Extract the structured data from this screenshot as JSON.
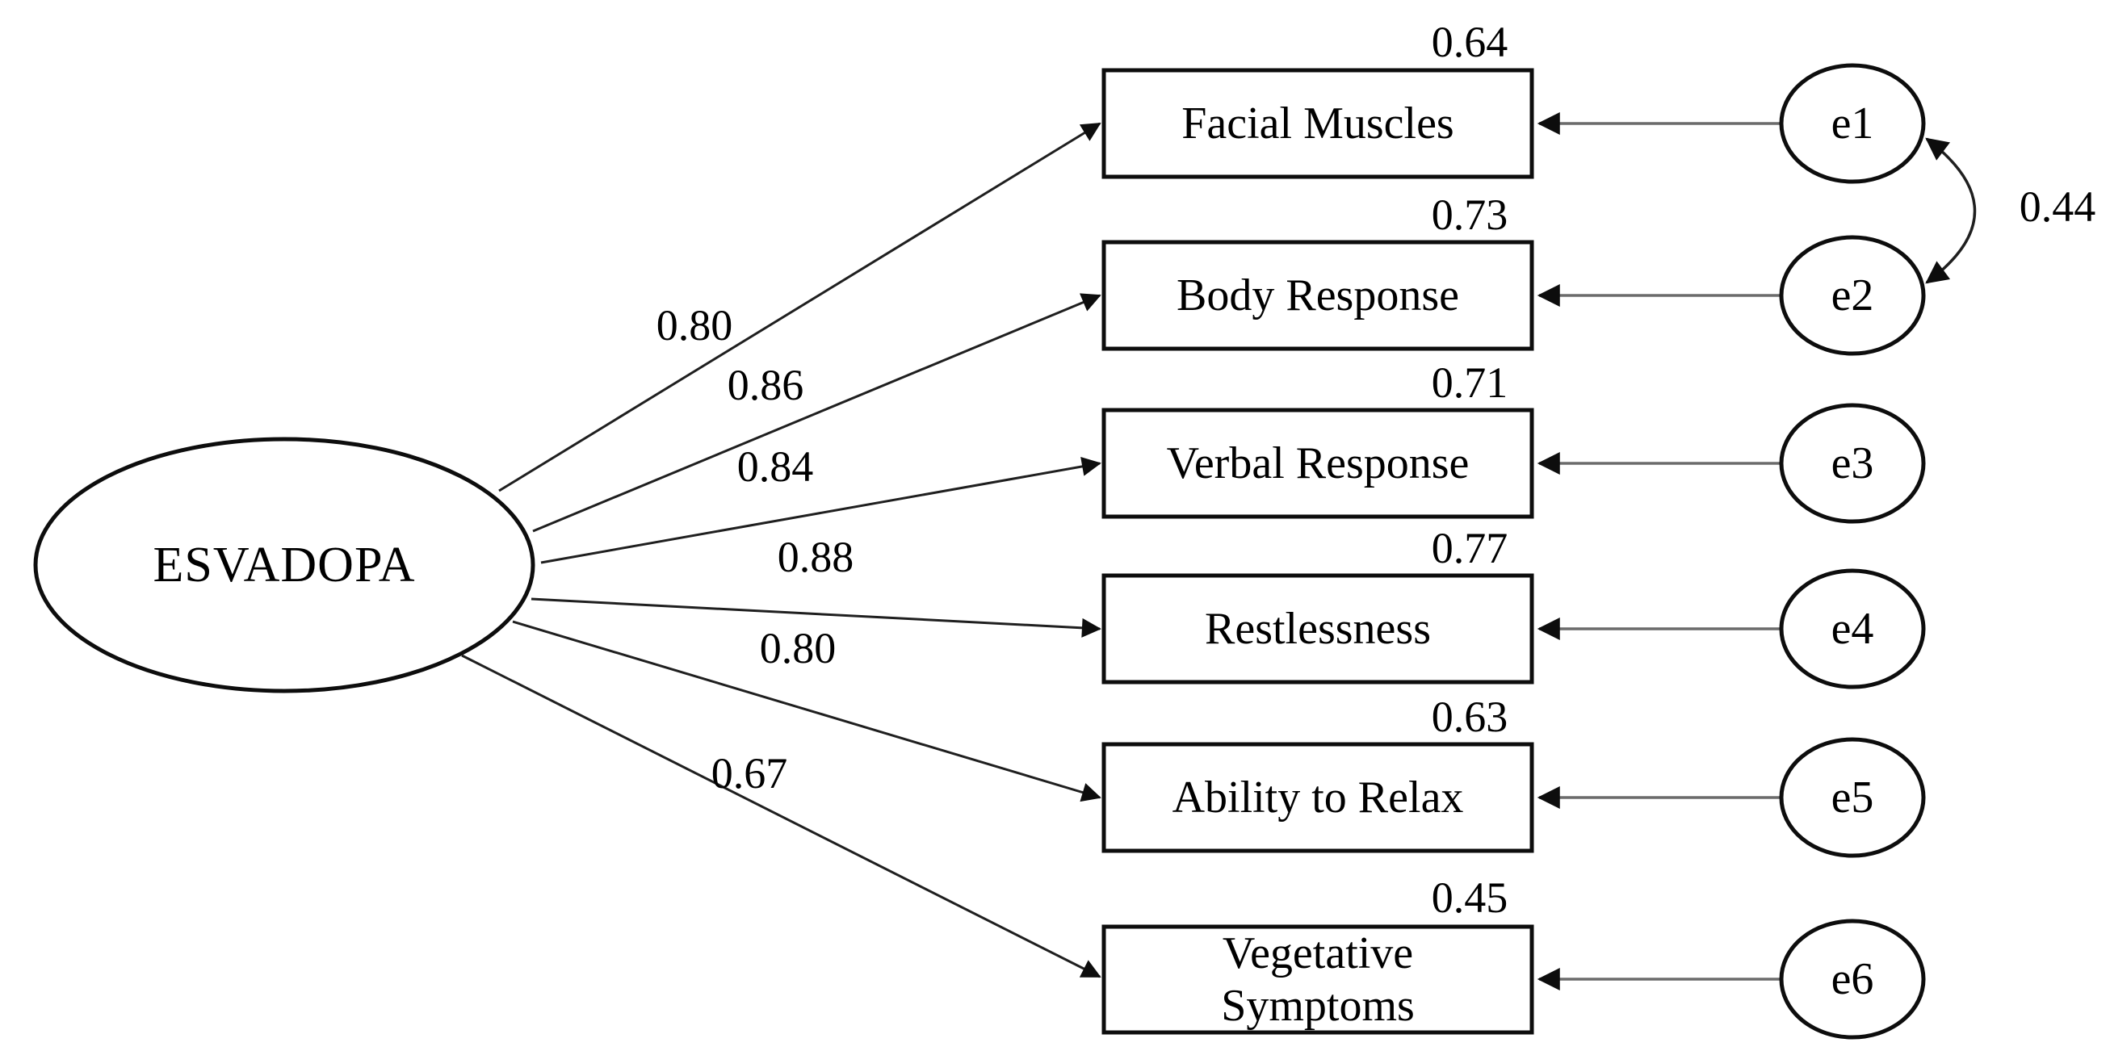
{
  "diagram": {
    "type": "confirmatory-factor-analysis-path-diagram",
    "latent": {
      "label": "ESVADOPA"
    },
    "indicators": [
      {
        "label": "Facial Muscles",
        "loading": "0.80",
        "r2": "0.64",
        "error": "e1"
      },
      {
        "label": "Body Response",
        "loading": "0.86",
        "r2": "0.73",
        "error": "e2"
      },
      {
        "label": "Verbal Response",
        "loading": "0.84",
        "r2": "0.71",
        "error": "e3"
      },
      {
        "label": "Restlessness",
        "loading": "0.88",
        "r2": "0.77",
        "error": "e4"
      },
      {
        "label": "Ability to Relax",
        "loading": "0.80",
        "r2": "0.63",
        "error": "e5"
      },
      {
        "label": "Vegetative Symptoms",
        "loading": "0.67",
        "r2": "0.45",
        "error": "e6",
        "label_line1": "Vegetative",
        "label_line2": "Symptoms"
      }
    ],
    "error_covariance": {
      "between": "e1-e2",
      "value": "0.44"
    },
    "colors": {
      "ink": "#000000",
      "background": "#ffffff",
      "error_arrow_gray": "#6b6b6b"
    }
  }
}
